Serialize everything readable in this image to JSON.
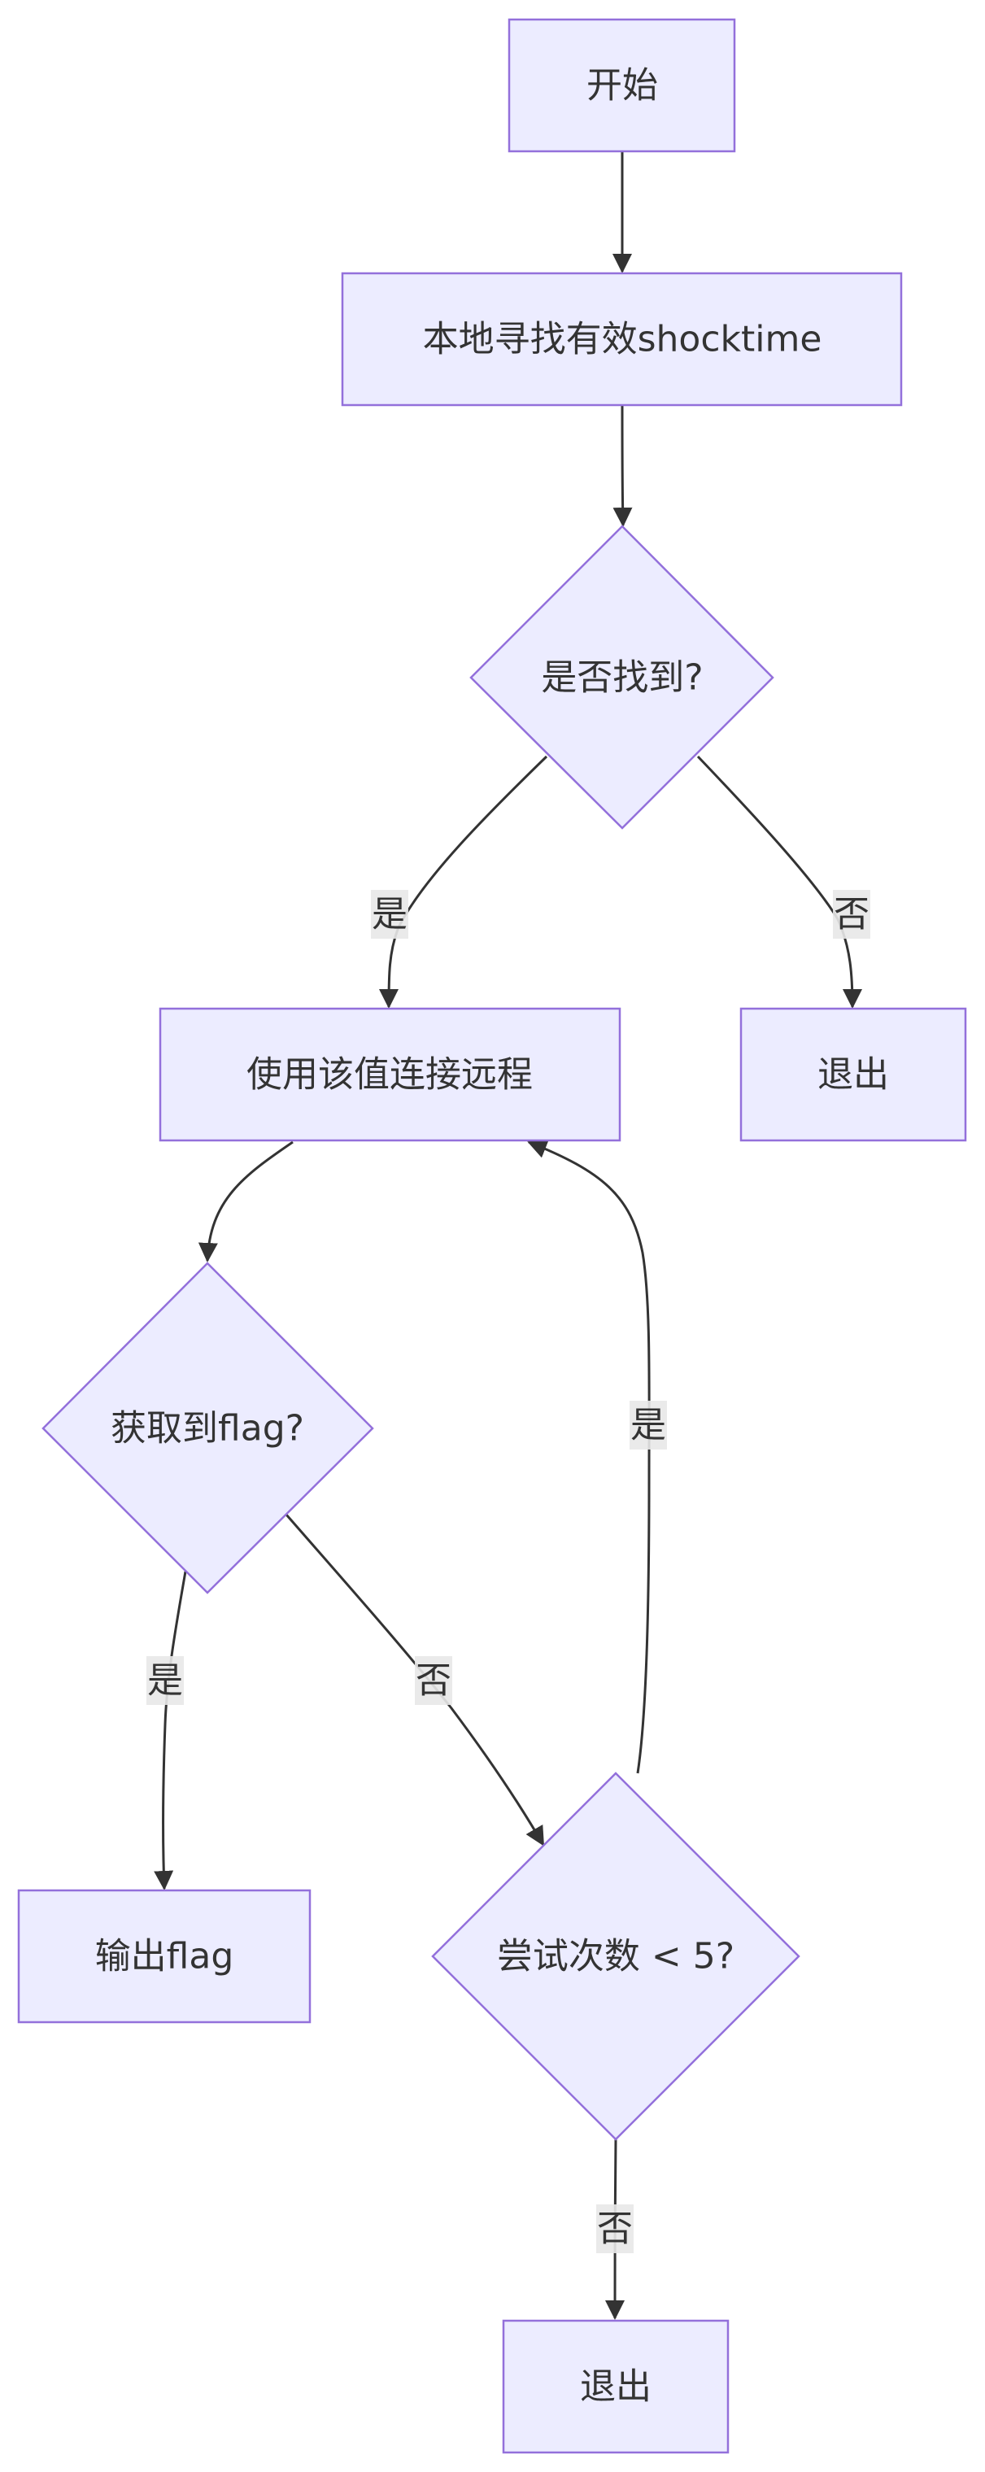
{
  "nodes": {
    "start": "开始",
    "find_local": "本地寻找有效shocktime",
    "found_q": "是否找到?",
    "connect": "使用该值连接远程",
    "exit_1": "退出",
    "got_flag_q": "获取到flag?",
    "output_flag": "输出flag",
    "attempts_q": "尝试次数 < 5?",
    "exit_2": "退出"
  },
  "edges": {
    "found_yes": "是",
    "found_no": "否",
    "flag_yes": "是",
    "flag_no": "否",
    "attempts_yes": "是",
    "attempts_no": "否"
  },
  "colors": {
    "node_fill": "#ececff",
    "node_stroke": "#9370db",
    "edge": "#333333",
    "label_bg": "#e8e8e8"
  }
}
